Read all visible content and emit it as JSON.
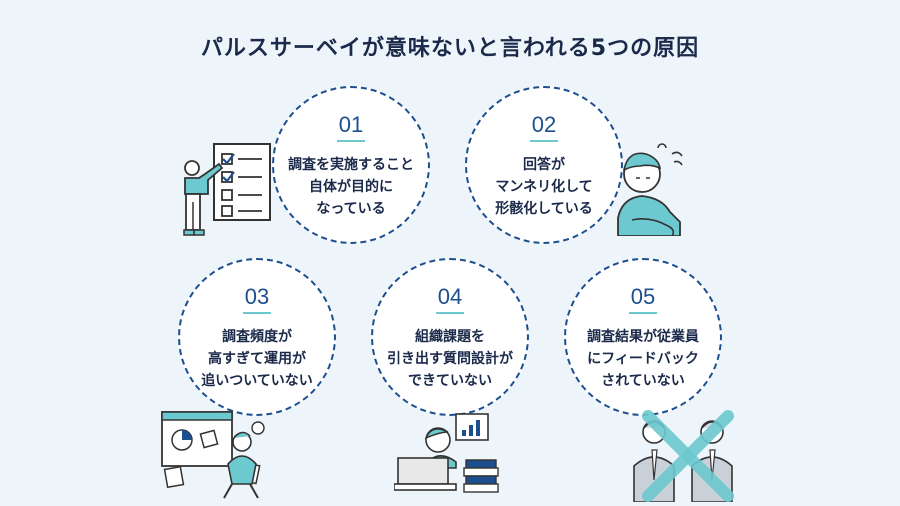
{
  "title": "パルスサーベイが意味ないと言われる5つの原因",
  "causes": [
    {
      "num": "01",
      "lines": [
        "調査を実施すること",
        "自体が目的に",
        "なっている"
      ]
    },
    {
      "num": "02",
      "lines": [
        "回答が",
        "マンネリ化して",
        "形骸化している"
      ]
    },
    {
      "num": "03",
      "lines": [
        "調査頻度が",
        "高すぎて運用が",
        "追いついていない"
      ]
    },
    {
      "num": "04",
      "lines": [
        "組織課題を",
        "引き出す質問設計が",
        "できていない"
      ]
    },
    {
      "num": "05",
      "lines": [
        "調査結果が従業員",
        "にフィードバック",
        "されていない"
      ]
    }
  ],
  "colors": {
    "accent": "#1d4f8f",
    "teal": "#6cc9cf",
    "text": "#1b2a4a",
    "bg": "#eef5fa"
  },
  "icons": [
    "checklist-person-illustration",
    "tired-person-illustration",
    "overwhelmed-person-illustration",
    "laptop-person-illustration",
    "cross-people-illustration"
  ]
}
